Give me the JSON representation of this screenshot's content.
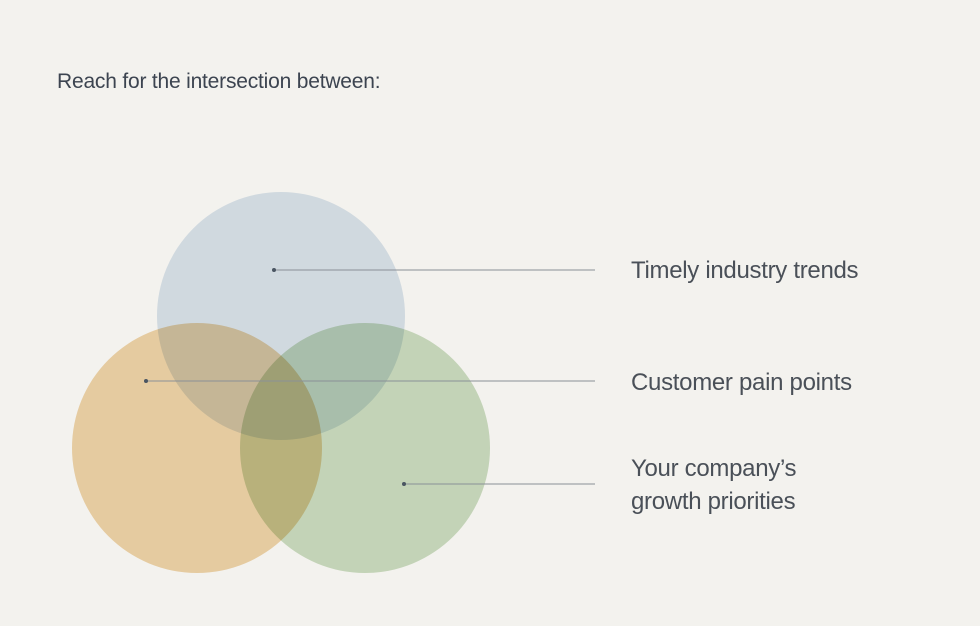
{
  "title": "Reach for the intersection between:",
  "items": [
    {
      "label": "Timely industry trends",
      "color": "#dbe5ef"
    },
    {
      "label": "Customer pain points",
      "color": "#f1d6ac"
    },
    {
      "label_line1": "Your company’s",
      "label_line2": "growth priorities",
      "color": "#cddfc4"
    }
  ],
  "line_color": "#8a9097",
  "dot_color": "#4a5562"
}
